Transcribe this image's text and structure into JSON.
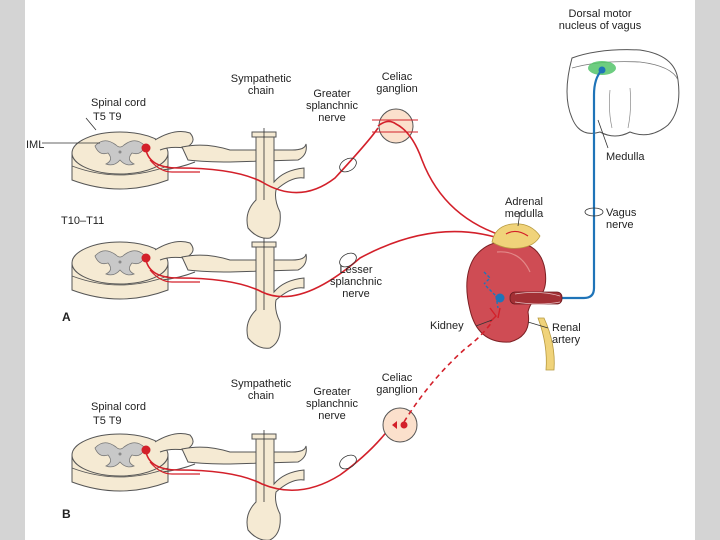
{
  "colors": {
    "sympathetic": "#d3202a",
    "vagus": "#1f74b8",
    "tissue": "#f5ead3",
    "outline": "#555555",
    "gray_matter": "#c8c8c8",
    "ganglion": "#fbe0cc",
    "kidney": "#cf4c54",
    "adrenal": "#f0d37a",
    "nucleus": "#54c46a"
  },
  "labels": {
    "spinal_cord_a": "Spinal cord",
    "t5_t9_a": "T5  T9",
    "iml": "IML",
    "symp_chain_a": "Sympathetic chain",
    "greater_splanchnic_a": "Greater splanchnic nerve",
    "celiac_ganglion_a": "Celiac ganglion",
    "t10_t11": "T10–T11",
    "lesser_splanchnic": "Lesser splanchnic nerve",
    "panel_a": "A",
    "dorsal_motor": "Dorsal motor nucleus of vagus",
    "medulla": "Medulla",
    "vagus_nerve": "Vagus nerve",
    "adrenal_medulla": "Adrenal medulla",
    "kidney": "Kidney",
    "renal_artery": "Renal artery",
    "symp_chain_b": "Sympathetic chain",
    "greater_splanchnic_b": "Greater splanchnic nerve",
    "celiac_ganglion_b": "Celiac ganglion",
    "spinal_cord_b": "Spinal cord",
    "t5_t9_b": "T5  T9",
    "panel_b": "B"
  }
}
